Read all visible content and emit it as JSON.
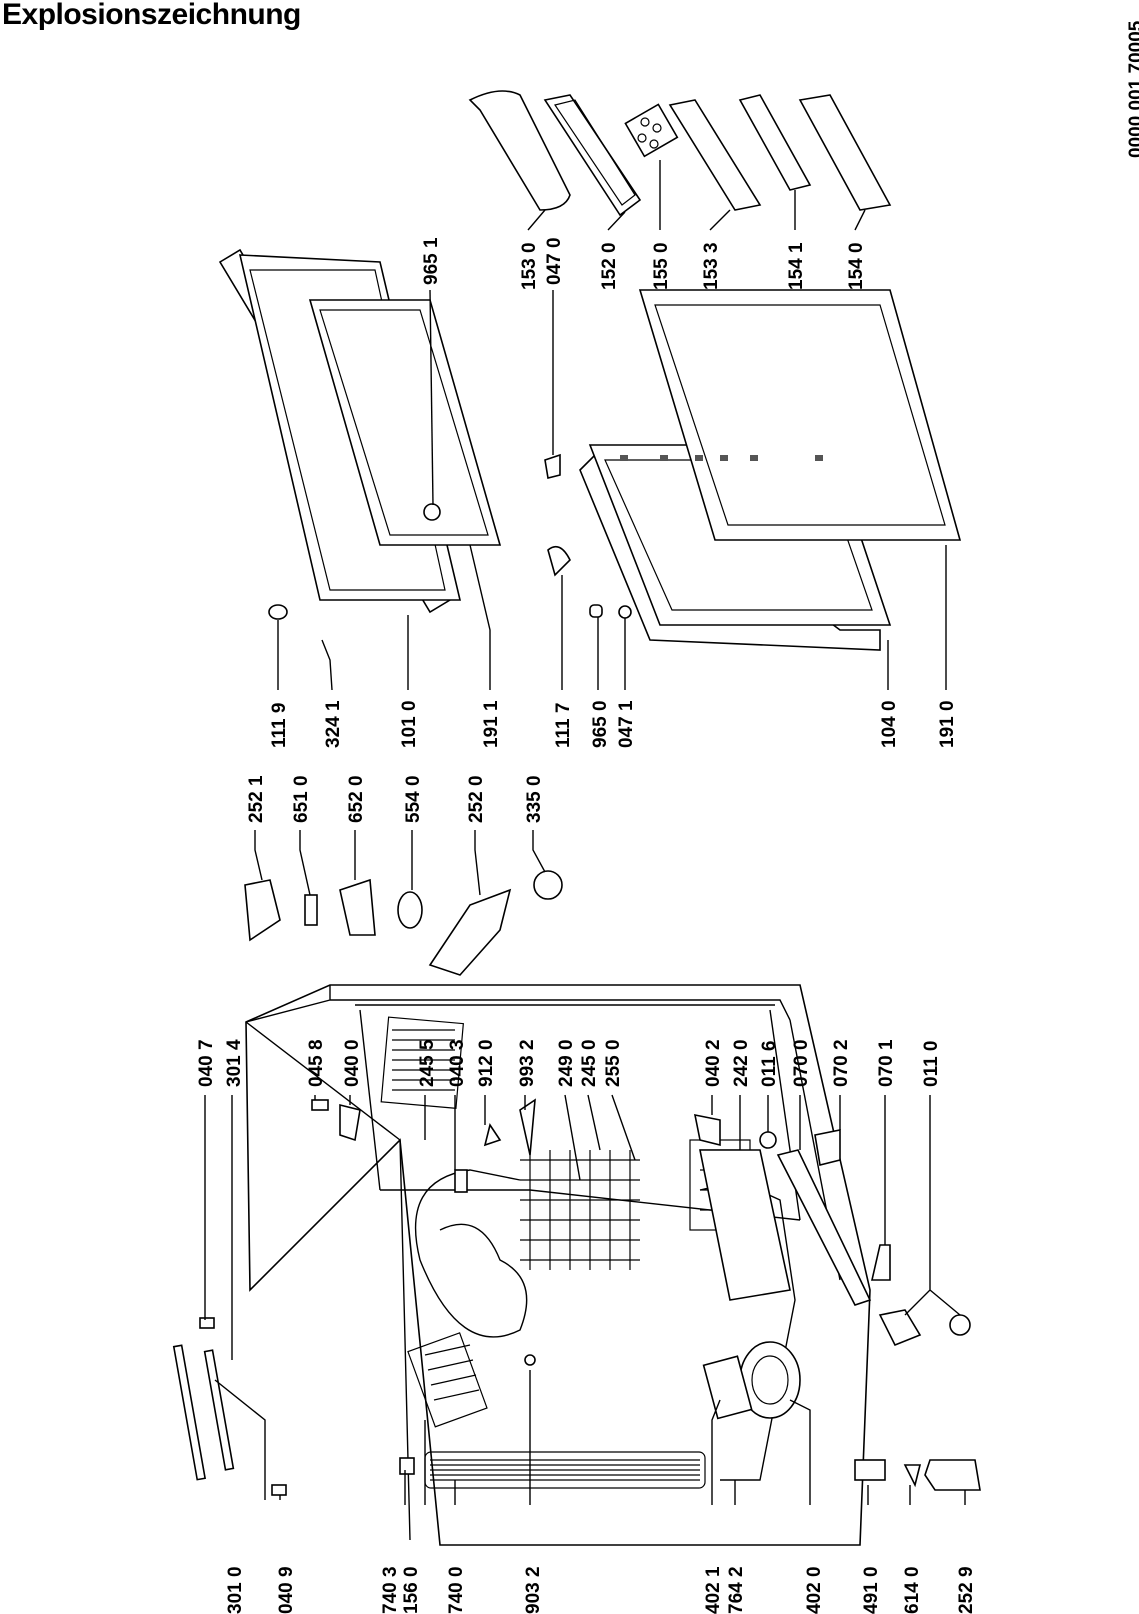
{
  "title": "Explosionszeichnung",
  "document_number": "0000 001 70005",
  "part_labels": {
    "p3010": "301 0",
    "p0409": "040 9",
    "p7403": "740 3",
    "p1560": "156 0",
    "p7400": "740 0",
    "p9032": "903 2",
    "p4021": "402 1",
    "p7642": "764 2",
    "p4020": "402 0",
    "p4910": "491 0",
    "p6140": "614 0",
    "p2529": "252 9",
    "p0407": "040 7",
    "p3014": "301 4",
    "p0458": "045 8",
    "p0400": "040 0",
    "p2455": "245 5",
    "p0403": "040 3",
    "p9120": "912 0",
    "p9932": "993 2",
    "p2490": "249 0",
    "p2450": "245 0",
    "p2550": "255 0",
    "p0402": "040 2",
    "p2420": "242 0",
    "p0116": "011 6",
    "p0700": "070 0",
    "p0702": "070 2",
    "p0701": "070 1",
    "p0110": "011 0",
    "p2521": "252 1",
    "p6510": "651 0",
    "p6520": "652 0",
    "p5540": "554 0",
    "p2520": "252 0",
    "p3350": "335 0",
    "p1119": "111 9",
    "p3241": "324 1",
    "p1010": "101 0",
    "p1911": "191 1",
    "p1117": "111 7",
    "p9650": "965 0",
    "p0471": "047 1",
    "p1040": "104 0",
    "p1910": "191 0",
    "p9651": "965 1",
    "p0470": "047 0",
    "p1530": "153 0",
    "p1520": "152 0",
    "p1550": "155 0",
    "p1533": "153 3",
    "p1541": "154 1",
    "p1540": "154 0"
  }
}
